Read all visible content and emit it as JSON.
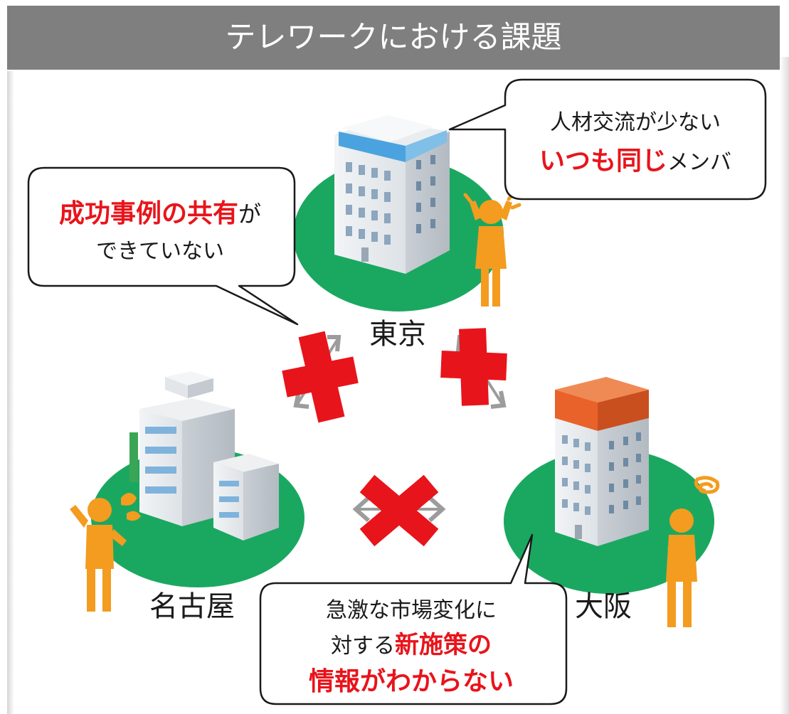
{
  "header": {
    "title": "テレワークにおける課題"
  },
  "locations": {
    "tokyo": "東京",
    "nagoya": "名古屋",
    "osaka": "大阪"
  },
  "bubbles": {
    "tokyo": {
      "line1": "人材交流が少ない",
      "line2_red": "いつも同じ",
      "line2_black": "メンバ"
    },
    "left": {
      "line1_red": "成功事例の共有",
      "line1_black": "が",
      "line2": "できていない"
    },
    "bottom": {
      "line1": "急激な市場変化に",
      "line2_black": "対する",
      "line2_red": "新施策の",
      "line3_red": "情報がわからない"
    }
  },
  "colors": {
    "header_bg": "#7f7f7f",
    "ground": "#1aa861",
    "person": "#f39c1f",
    "cross": "#e8141b",
    "highlight_text": "#e8141b",
    "osaka_roof": "#e8622a",
    "tokyo_roof": "#4aa3df"
  }
}
